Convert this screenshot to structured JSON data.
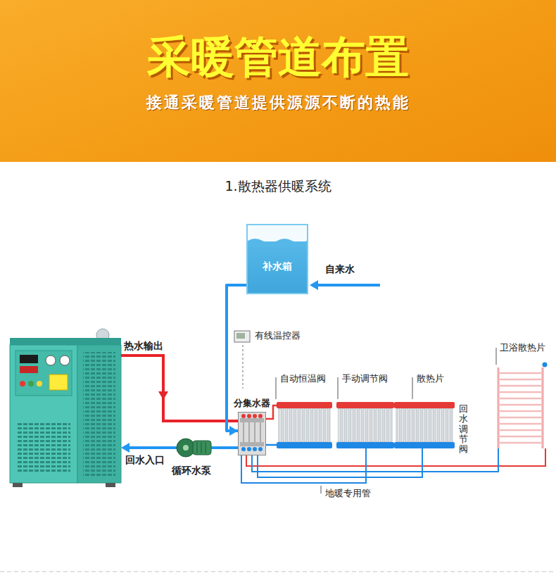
{
  "diagram": {
    "title": "采暖管道布置",
    "nodes": [
      {
        "text": [
          "补水箱"
        ]
      },
      {
        "text": [
          "分集水器"
        ]
      },
      {
        "text": [
          "循环水泵"
        ]
      }
    ],
    "edges": [
      {
        "from": 0,
        "to": 1,
        "arrow": "to"
      },
      {
        "from": 1,
        "to": 2,
        "arrow": "none"
      }
    ],
    "labels": [
      "接通采暖管道提供源源不断的热能",
      "1.散热器供暖系统",
      "自来水",
      "有线温控器",
      "热水输出",
      "自动恒温阀",
      "手动调节阀",
      "散热片",
      "回水调节阀",
      "卫浴散热片",
      "回水入口",
      "地暖专用管"
    ]
  }
}
